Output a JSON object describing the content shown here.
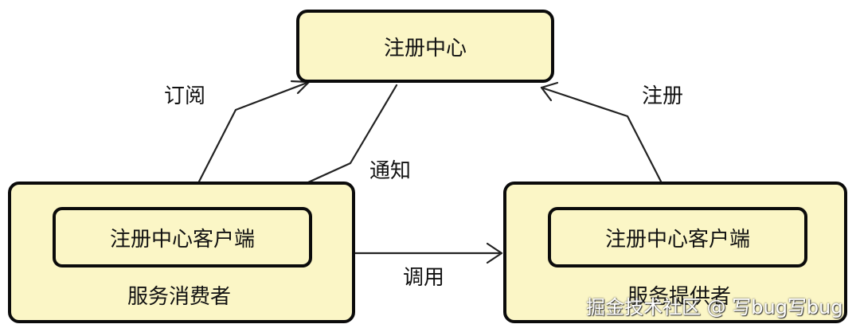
{
  "registry": {
    "label": "注册中心"
  },
  "consumer": {
    "label": "服务消费者",
    "client_label": "注册中心客户端"
  },
  "provider": {
    "label": "服务提供者",
    "client_label": "注册中心客户端"
  },
  "edges": {
    "subscribe": "订阅",
    "notify": "通知",
    "register": "注册",
    "invoke": "调用"
  },
  "watermark": "掘金技术社区 @ 写bug写bug",
  "colors": {
    "box_fill": "#fbf6c6",
    "stroke": "#0b0b0b"
  }
}
